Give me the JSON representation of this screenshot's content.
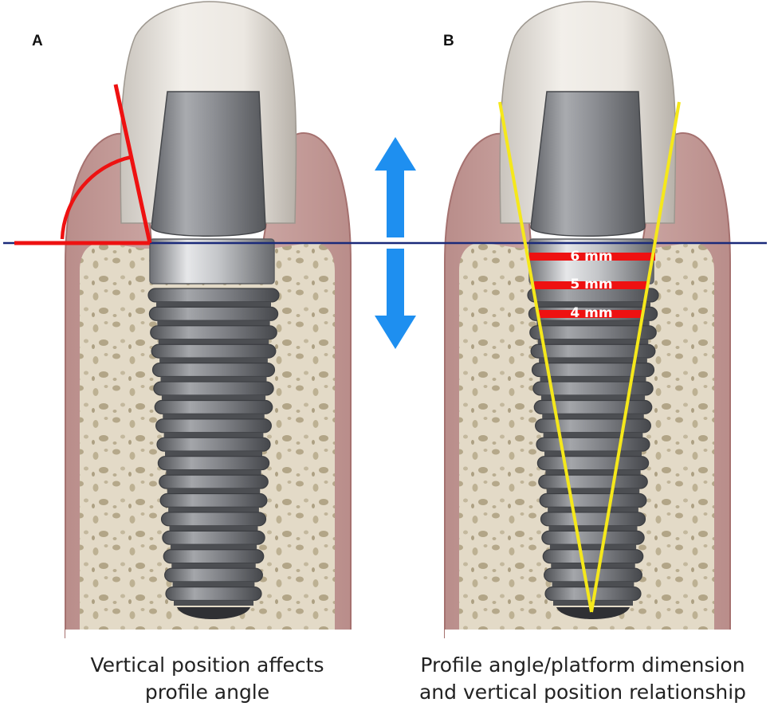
{
  "panels": [
    {
      "letter": "A",
      "caption_line1": "Vertical position affects",
      "caption_line2": "profile angle"
    },
    {
      "letter": "B",
      "caption_line1": "Profile angle/platform dimension",
      "caption_line2": "and vertical position relationship",
      "platform_labels": [
        "6 mm",
        "5 mm",
        "4 mm"
      ]
    }
  ],
  "colors": {
    "gingiva": "#c9a3a0",
    "gingiva_edge": "#a5716f",
    "bone": "#e1d8c4",
    "bone_pore": "#b8ab8d",
    "crown": "#e7e3de",
    "titanium": "#8a8c90",
    "reference_line": "#1a2a7a",
    "angle_marker": "#ee1111",
    "emergence_lines": "#f5e81b",
    "arrow": "#1e8ff0",
    "platform_bars": "#ee1111"
  }
}
